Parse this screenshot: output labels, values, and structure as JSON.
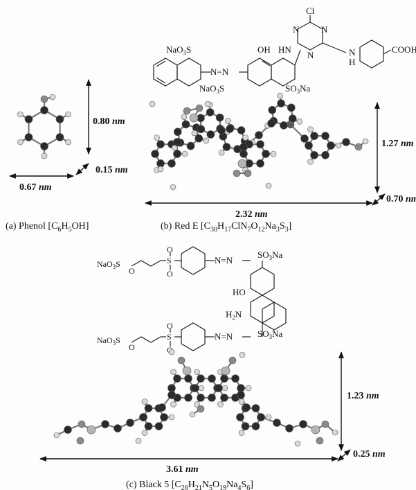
{
  "panels": {
    "phenol": {
      "caption_main": "(a) Phenol [C",
      "caption_parts": [
        {
          "t": "6",
          "sub": true
        },
        {
          "t": "H",
          "sub": false
        },
        {
          "t": "5",
          "sub": true
        },
        {
          "t": "OH]",
          "sub": false
        }
      ],
      "dimensions": [
        {
          "value": "0.80",
          "unit": "nm"
        },
        {
          "value": "0.15",
          "unit": "nm"
        },
        {
          "value": "0.67",
          "unit": "nm"
        }
      ]
    },
    "red_e": {
      "caption_main": "(b) Red E [C",
      "caption_parts": [
        {
          "t": "30",
          "sub": true
        },
        {
          "t": "H",
          "sub": false
        },
        {
          "t": "17",
          "sub": true
        },
        {
          "t": "ClN",
          "sub": false
        },
        {
          "t": "7",
          "sub": true
        },
        {
          "t": "O",
          "sub": false
        },
        {
          "t": "12",
          "sub": true
        },
        {
          "t": "Na",
          "sub": false
        },
        {
          "t": "3",
          "sub": true
        },
        {
          "t": "S",
          "sub": false
        },
        {
          "t": "3",
          "sub": true
        },
        {
          "t": "]",
          "sub": false
        }
      ],
      "dimensions": [
        {
          "value": "1.27",
          "unit": "nm"
        },
        {
          "value": "2.32",
          "unit": "nm"
        },
        {
          "value": "0.70",
          "unit": "nm"
        }
      ],
      "labels": {
        "cl": "Cl",
        "nao3s_left": "NaO",
        "nao3s_left_sub": "3",
        "nao3s_left_end": "S",
        "oh": "OH",
        "hn": "HN",
        "n1": "N",
        "n2": "N",
        "n3": "N",
        "n_link": "N",
        "h_link": "H",
        "cooh": "COOH",
        "nao3s_mid": "NaO",
        "nao3s_mid_sub": "3",
        "nao3s_mid_end": "S",
        "so3na": "SO",
        "so3na_sub": "3",
        "so3na_end": "Na",
        "azo": "N=N"
      }
    },
    "black_5": {
      "caption_main": "(c) Black 5 [C",
      "caption_parts": [
        {
          "t": "26",
          "sub": true
        },
        {
          "t": "H",
          "sub": false
        },
        {
          "t": "21",
          "sub": true
        },
        {
          "t": "N",
          "sub": false
        },
        {
          "t": "5",
          "sub": true
        },
        {
          "t": "O",
          "sub": false
        },
        {
          "t": "19",
          "sub": true
        },
        {
          "t": "Na",
          "sub": false
        },
        {
          "t": "4",
          "sub": true
        },
        {
          "t": "S",
          "sub": false
        },
        {
          "t": "6",
          "sub": true
        },
        {
          "t": "]",
          "sub": false
        }
      ],
      "dimensions": [
        {
          "value": "1.23",
          "unit": "nm"
        },
        {
          "value": "3.61",
          "unit": "nm"
        },
        {
          "value": "0.25",
          "unit": "nm"
        }
      ],
      "labels": {
        "nao3s": "NaO",
        "nao3s_sub": "3",
        "nao3s_end": "S",
        "o": "O",
        "s": "S",
        "so3na": "SO",
        "so3na_sub": "3",
        "so3na_end": "Na",
        "oh": "HO",
        "h2n": "H",
        "h2n_sub": "2",
        "h2n_end": "N",
        "azo": "N=N"
      }
    }
  },
  "colors": {
    "carbon": "#2b2b2b",
    "hydrogen": "#d8d8d8",
    "oxygen": "#8a8a8a",
    "sulfur": "#b5b5b5",
    "nitrogen": "#5a5a5a",
    "bond": "#777777",
    "ink": "#111111"
  }
}
